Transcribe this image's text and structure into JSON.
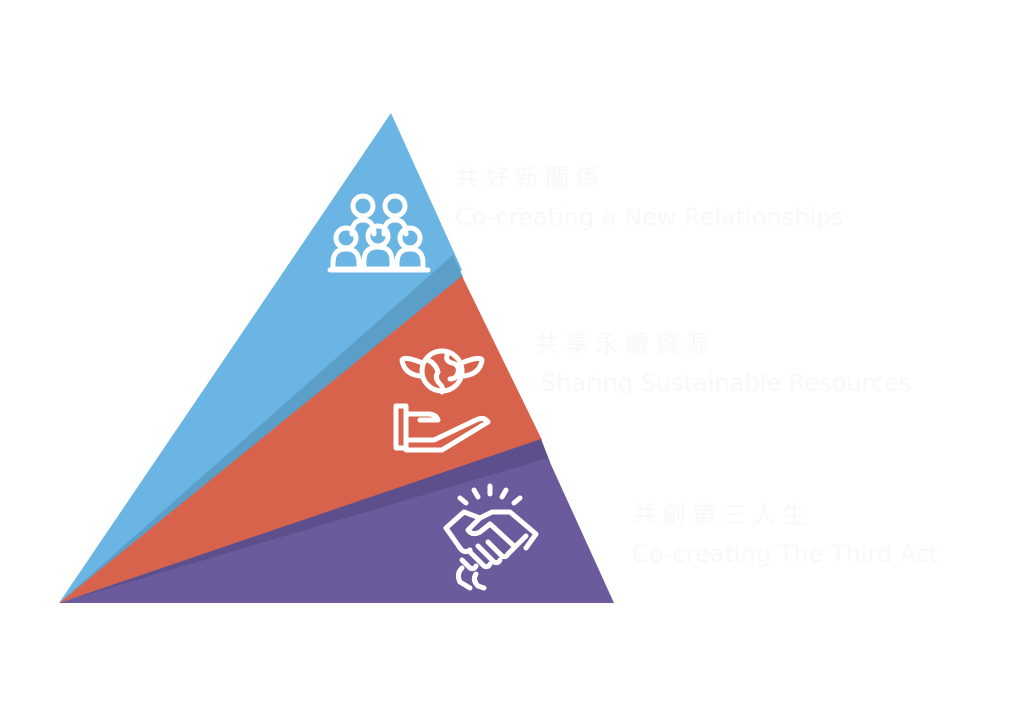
{
  "tiers": [
    {
      "id": "top",
      "title_zh": "共好新關係",
      "title_en": "Co-creating a New Relationships",
      "icon": "people-group-icon",
      "color": "#6ab5e3"
    },
    {
      "id": "middle",
      "title_zh": "共享永續資源",
      "title_en": "Sharing Sustainable Resources",
      "icon": "globe-leaf-hand-icon",
      "color": "#d8634c"
    },
    {
      "id": "bottom",
      "title_zh": "共創第三人生",
      "title_en": "Co-creating The Third Act",
      "icon": "handshake-icon",
      "color": "#6b5a9c"
    }
  ],
  "label_color": "#f8f8f8",
  "shadow_colors": [
    "#5b9ec7",
    "#5d4f8b"
  ]
}
